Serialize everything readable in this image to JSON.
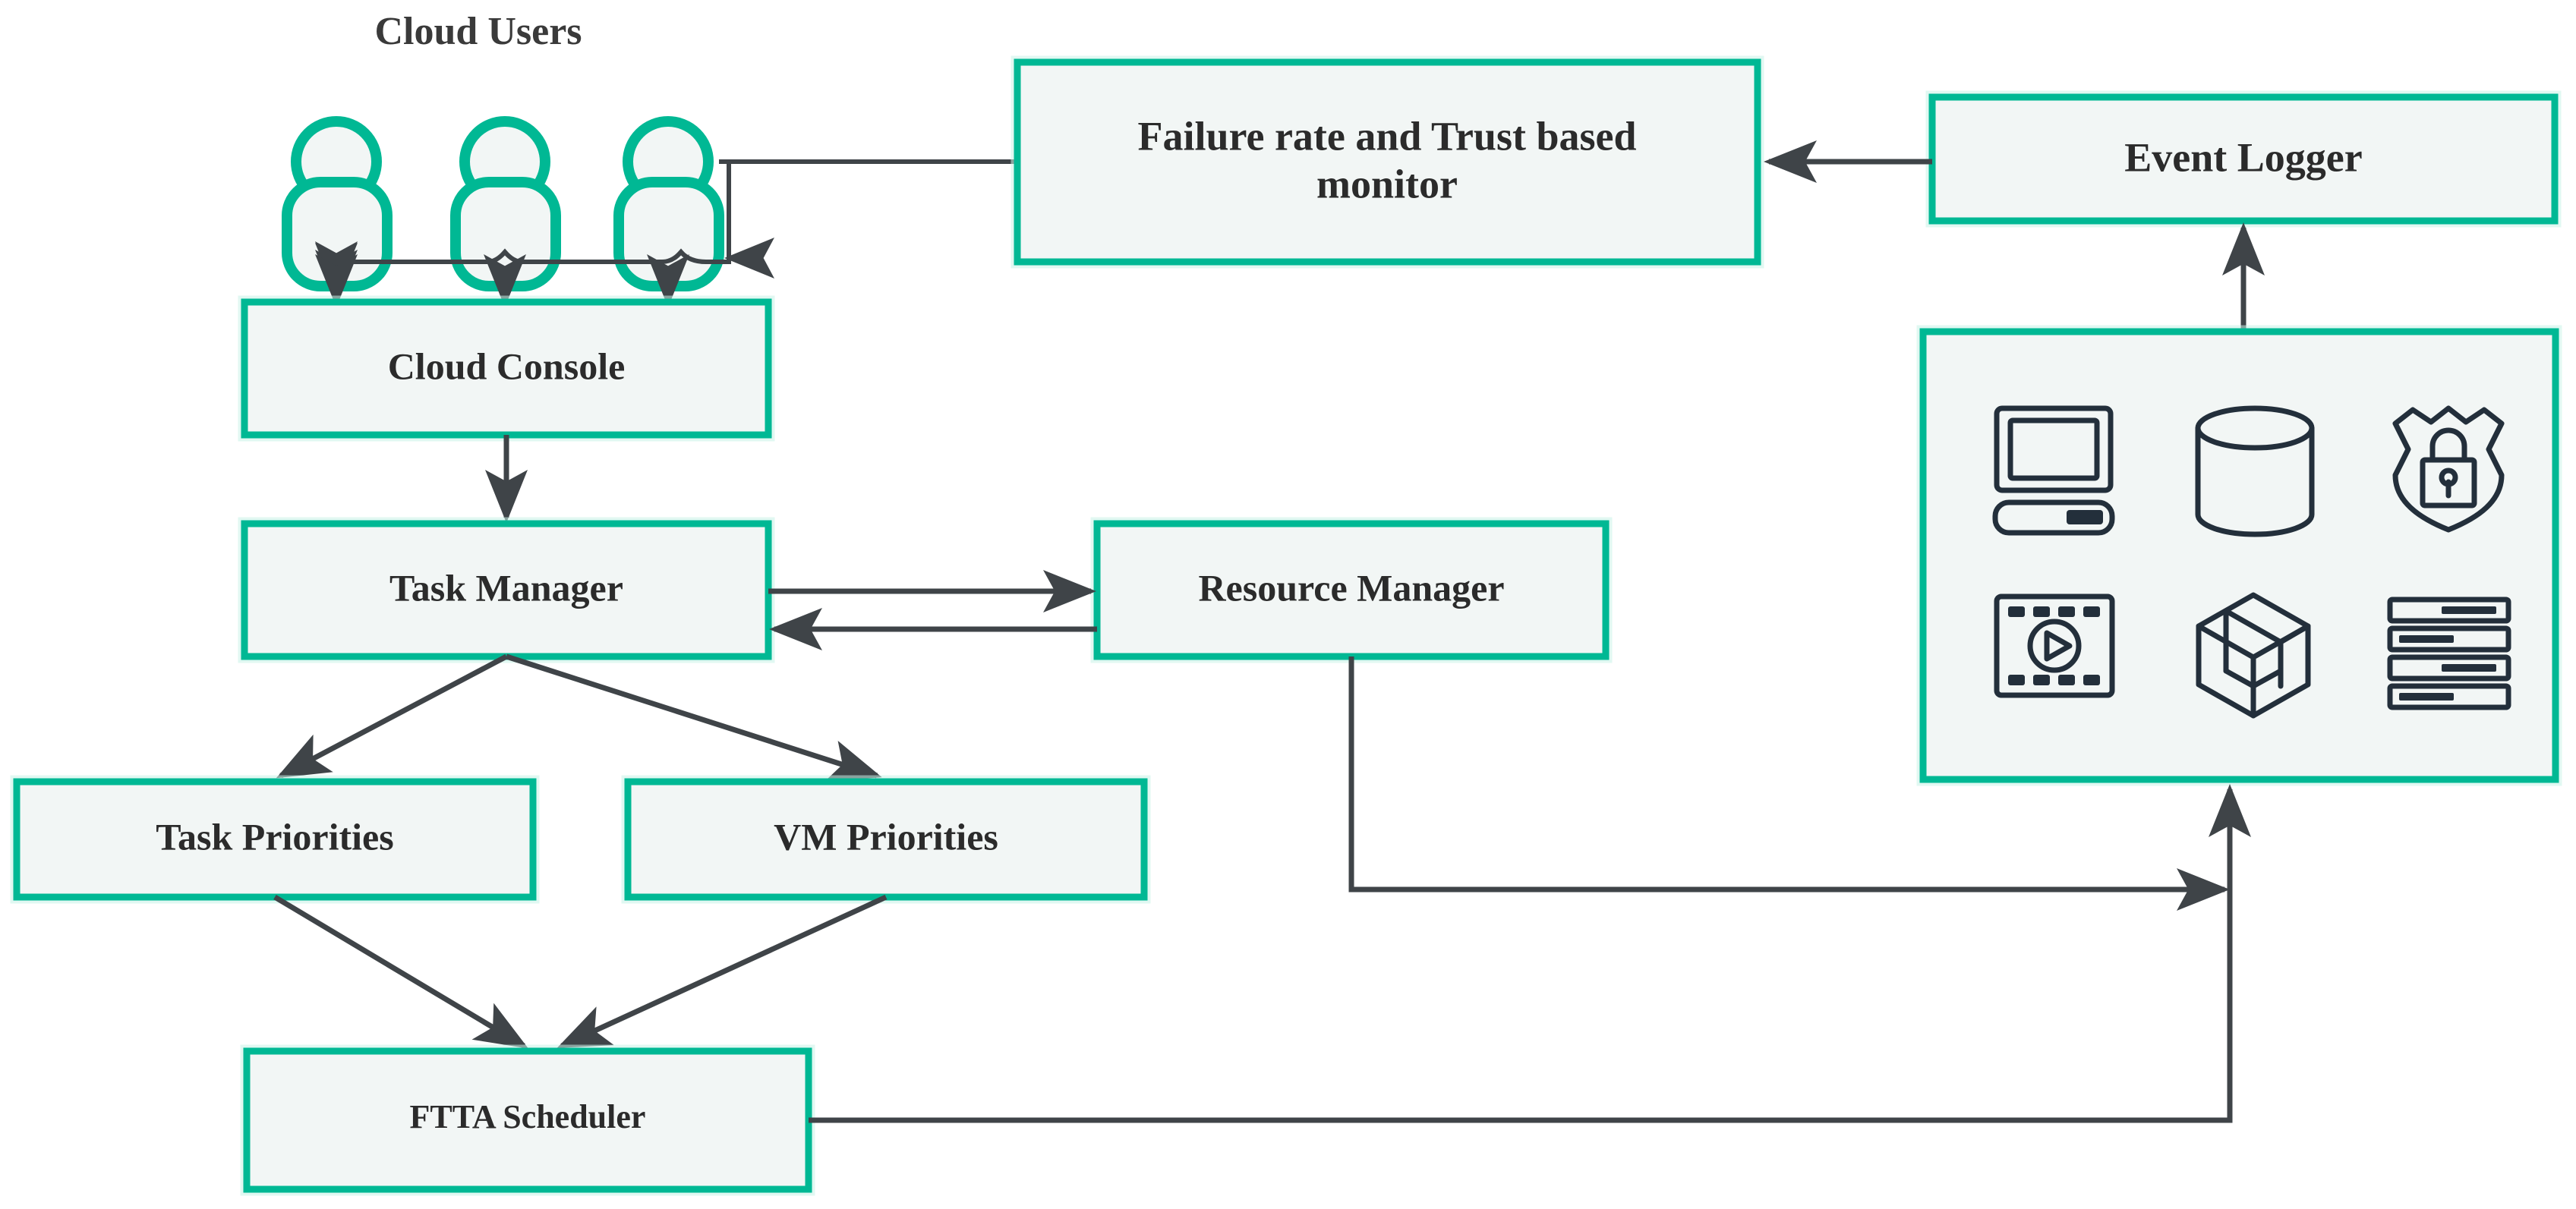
{
  "diagram": {
    "title": "Cloud Users",
    "colors": {
      "node_border": "#00b894",
      "node_fill": "#f2f6f5",
      "arrow": "#3f4448",
      "icon_stroke": "#232f3b",
      "text": "#2b2b2b",
      "background": "#ffffff"
    },
    "section_labels": {
      "cloud_users": "Cloud Users"
    },
    "nodes": {
      "cloud_console": "Cloud Console",
      "task_manager": "Task Manager",
      "resource_manager": "Resource Manager",
      "task_priorities": "Task Priorities",
      "vm_priorities": "VM Priorities",
      "ftta_scheduler": "FTTA Scheduler",
      "monitor": "Failure rate and Trust based monitor",
      "monitor_line1": "Failure rate and Trust based",
      "monitor_line2": "monitor",
      "event_logger": "Event Logger",
      "resource_pool": ""
    },
    "users": [
      {
        "id": "user-1",
        "label": "cloud user"
      },
      {
        "id": "user-2",
        "label": "cloud user"
      },
      {
        "id": "user-3",
        "label": "cloud user"
      }
    ],
    "resource_icons": [
      {
        "id": "computer-icon",
        "name": "computer-icon",
        "label": "Compute node"
      },
      {
        "id": "database-icon",
        "name": "database-icon",
        "label": "Database storage"
      },
      {
        "id": "shield-lock-icon",
        "name": "shield-lock-icon",
        "label": "Security"
      },
      {
        "id": "media-film-icon",
        "name": "media-film-icon",
        "label": "Media service"
      },
      {
        "id": "cube-icon",
        "name": "cube-icon",
        "label": "Container package"
      },
      {
        "id": "server-stack-icon",
        "name": "server-stack-icon",
        "label": "Server stack"
      }
    ],
    "edges": [
      {
        "from": "user-1",
        "to": "cloud_console",
        "type": "arrow"
      },
      {
        "from": "user-2",
        "to": "cloud_console",
        "type": "arrow"
      },
      {
        "from": "user-3",
        "to": "cloud_console",
        "type": "arrow"
      },
      {
        "from": "user-3",
        "to": "monitor",
        "type": "line"
      },
      {
        "from": "monitor",
        "to": "users",
        "type": "arrow-feedback"
      },
      {
        "from": "event_logger",
        "to": "monitor",
        "type": "arrow"
      },
      {
        "from": "cloud_console",
        "to": "task_manager",
        "type": "arrow"
      },
      {
        "from": "task_manager",
        "to": "resource_manager",
        "type": "arrow"
      },
      {
        "from": "resource_manager",
        "to": "task_manager",
        "type": "arrow"
      },
      {
        "from": "task_manager",
        "to": "task_priorities",
        "type": "arrow"
      },
      {
        "from": "task_manager",
        "to": "vm_priorities",
        "type": "arrow"
      },
      {
        "from": "task_priorities",
        "to": "ftta_scheduler",
        "type": "arrow"
      },
      {
        "from": "vm_priorities",
        "to": "ftta_scheduler",
        "type": "arrow"
      },
      {
        "from": "resource_manager",
        "to": "ftta_scheduler_link",
        "type": "arrow"
      },
      {
        "from": "ftta_scheduler",
        "to": "resource_pool",
        "type": "arrow"
      },
      {
        "from": "resource_pool",
        "to": "event_logger",
        "type": "arrow"
      }
    ]
  }
}
